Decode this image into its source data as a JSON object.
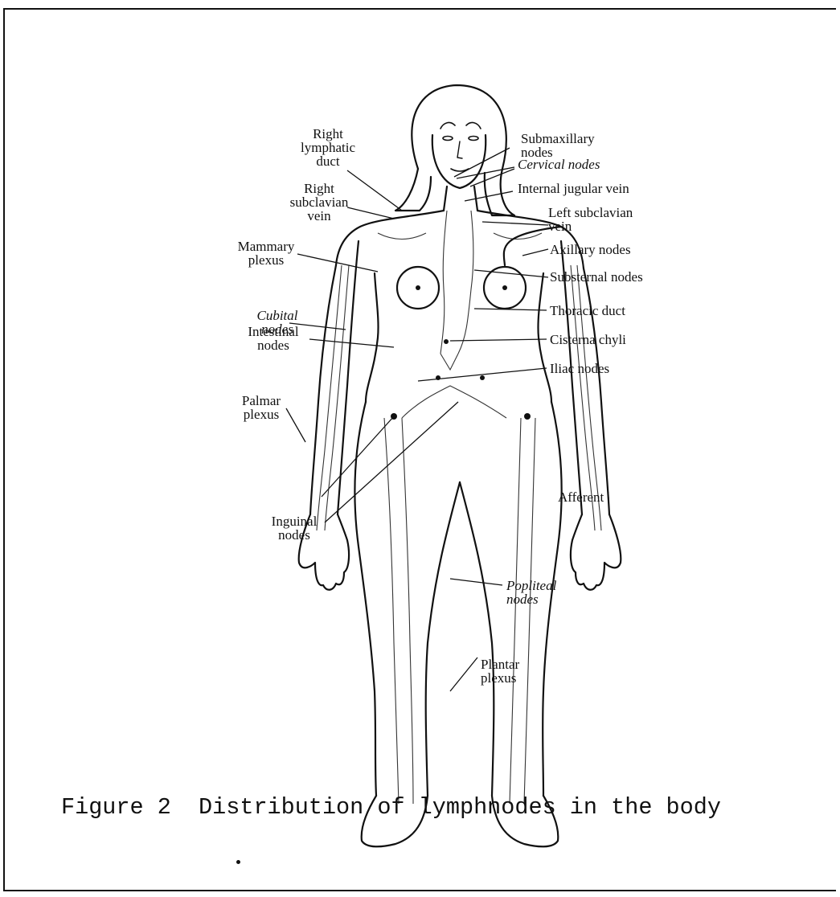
{
  "figure": {
    "caption": "Figure 2  Distribution of lymphnodes in the body"
  },
  "labels": {
    "right_lymphatic_duct": "Right\nlymphatic\nduct",
    "right_subclavian_vein": "Right\nsubclavian\nvein",
    "mammary_plexus": "Mammary\nplexus",
    "cubital_nodes": "Cubital\nnodes",
    "intestinal_nodes": "Intestinal\nnodes",
    "palmar_plexus": "Palmar\nplexus",
    "inguinal_nodes": "Inguinal\nnodes",
    "submaxillary_nodes": "Submaxillary\nnodes",
    "cervical_nodes": "Cervical nodes",
    "internal_jugular_vein": "Internal jugular vein",
    "left_subclavian_vein": "Left subclavian\nvein",
    "axillary_nodes": "Axillary nodes",
    "substernal_nodes": "Substernal nodes",
    "thoracic_duct": "Thoracic duct",
    "cisterna_chyli": "Cisterna chyli",
    "iliac_nodes": "Iliac nodes",
    "afferent": "Afferent ˡ",
    "popliteal_nodes": "Popliteal\nnodes",
    "plantar_plexus": "Plantar\nplexus"
  }
}
